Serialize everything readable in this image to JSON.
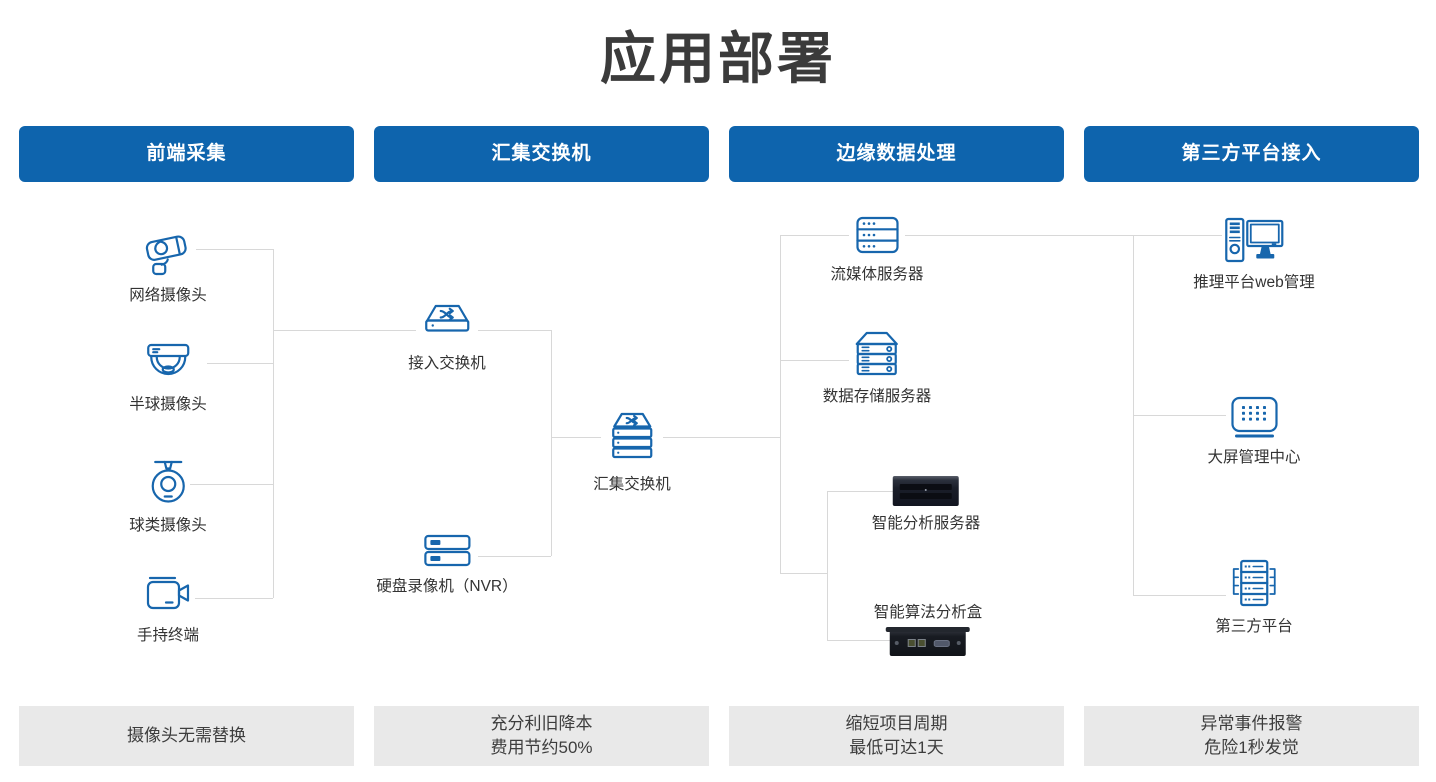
{
  "page": {
    "title": "应用部署"
  },
  "columns": [
    {
      "header": "前端采集",
      "footer": [
        "摄像头无需替换"
      ]
    },
    {
      "header": "汇集交换机",
      "footer": [
        "充分利旧降本",
        "费用节约50%"
      ]
    },
    {
      "header": "边缘数据处理",
      "footer": [
        "缩短项目周期",
        "最低可达1天"
      ]
    },
    {
      "header": "第三方平台接入",
      "footer": [
        "异常事件报警",
        "危险1秒发觉"
      ]
    }
  ],
  "nodes": {
    "network_camera": "网络摄像头",
    "dome_camera": "半球摄像头",
    "ptz_camera": "球类摄像头",
    "handheld_terminal": "手持终端",
    "access_switch": "接入交换机",
    "aggregation_switch": "汇集交换机",
    "nvr": "硬盘录像机（NVR）",
    "streaming_server": "流媒体服务器",
    "storage_server": "数据存储服务器",
    "analysis_server": "智能分析服务器",
    "algorithm_box": "智能算法分析盒",
    "inference_web": "推理平台web管理",
    "screen_center": "大屏管理中心",
    "third_party": "第三方平台"
  },
  "colors": {
    "header_blue": "#0e64ad",
    "icon_blue": "#1766ad",
    "connector_gray": "#d8d8d8",
    "footer_gray": "#e9e9e9",
    "title_color": "#3b3b3b"
  }
}
